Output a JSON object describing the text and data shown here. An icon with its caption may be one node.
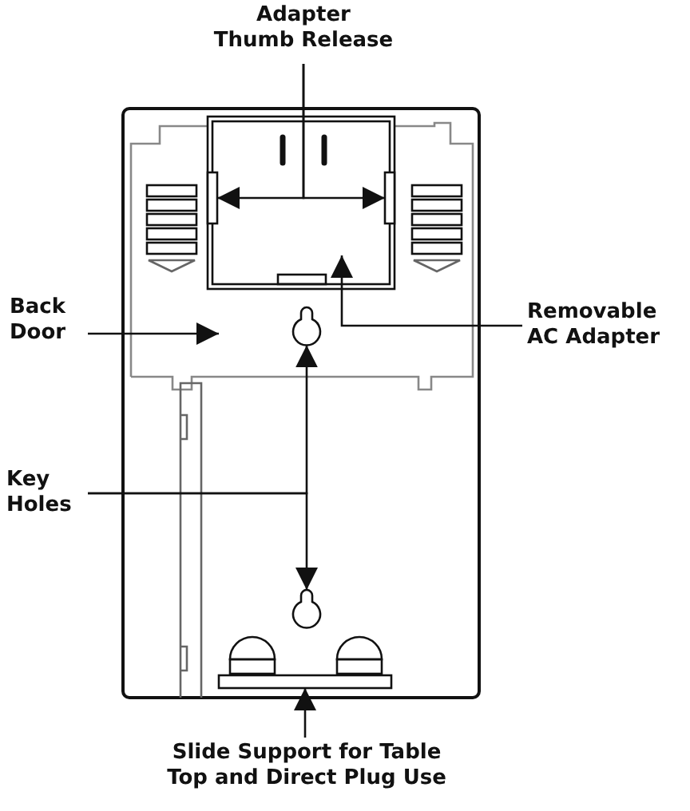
{
  "diagram": {
    "nodes": [
      {
        "text": [
          "Adapter Thumb Release"
        ]
      },
      {
        "text": [],
        "shape": "bar"
      },
      {
        "text": [],
        "shape": "bar"
      },
      {
        "text": [
          "Back Door"
        ]
      },
      {
        "text": [
          "Removable AC Adapter"
        ]
      },
      {
        "text": [
          "Key Holes"
        ]
      },
      {
        "text": [],
        "shape": "keyhole"
      },
      {
        "text": [],
        "shape": "keyhole"
      },
      {
        "text": [
          "Slide Support for Table Top and Direct Plug Use"
        ]
      },
      {
        "text": [],
        "shape": "bar"
      }
    ],
    "edges": [
      {
        "from": 0,
        "to": 1,
        "arrow": "to"
      },
      {
        "from": 0,
        "to": 2,
        "arrow": "to"
      },
      {
        "from": 3,
        "to": null,
        "arrow": "to"
      },
      {
        "from": 4,
        "to": null,
        "arrow": "to"
      },
      {
        "from": 5,
        "to": 6,
        "arrow": "to"
      },
      {
        "from": 5,
        "to": 7,
        "arrow": "to"
      },
      {
        "from": 8,
        "to": 9,
        "arrow": "to"
      }
    ]
  }
}
